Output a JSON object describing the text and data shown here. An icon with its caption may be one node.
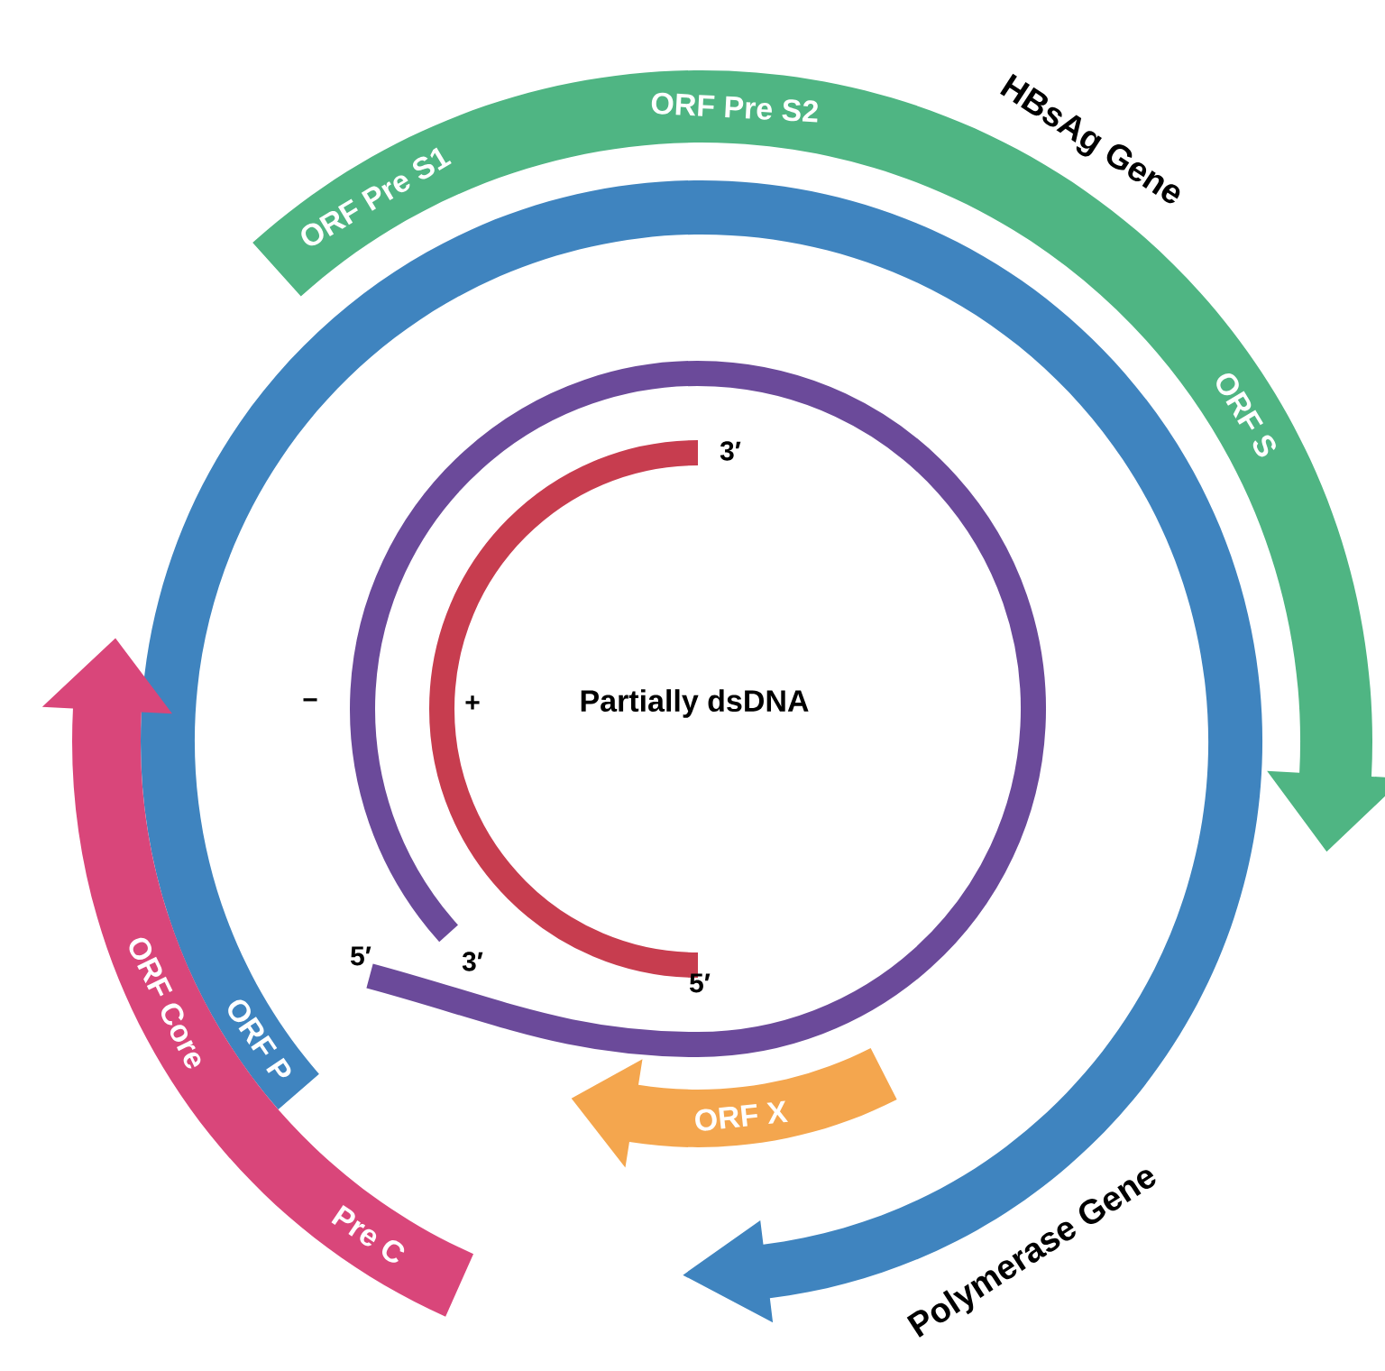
{
  "diagram": {
    "nodes": [
      {
        "text": [
          "ORF Pre S1",
          "ORF Pre S2",
          "HBsAg Gene",
          "ORF S"
        ]
      },
      {
        "text": [
          "ORF P",
          "Polymerase Gene"
        ]
      },
      {
        "text": [
          "ORF X"
        ]
      },
      {
        "text": [
          "ORF Core",
          "Pre C"
        ]
      }
    ],
    "edges": [],
    "labels": [
      "3′",
      "−",
      "+",
      "Partially dsDNA",
      "5′",
      "3′",
      "5′"
    ]
  }
}
